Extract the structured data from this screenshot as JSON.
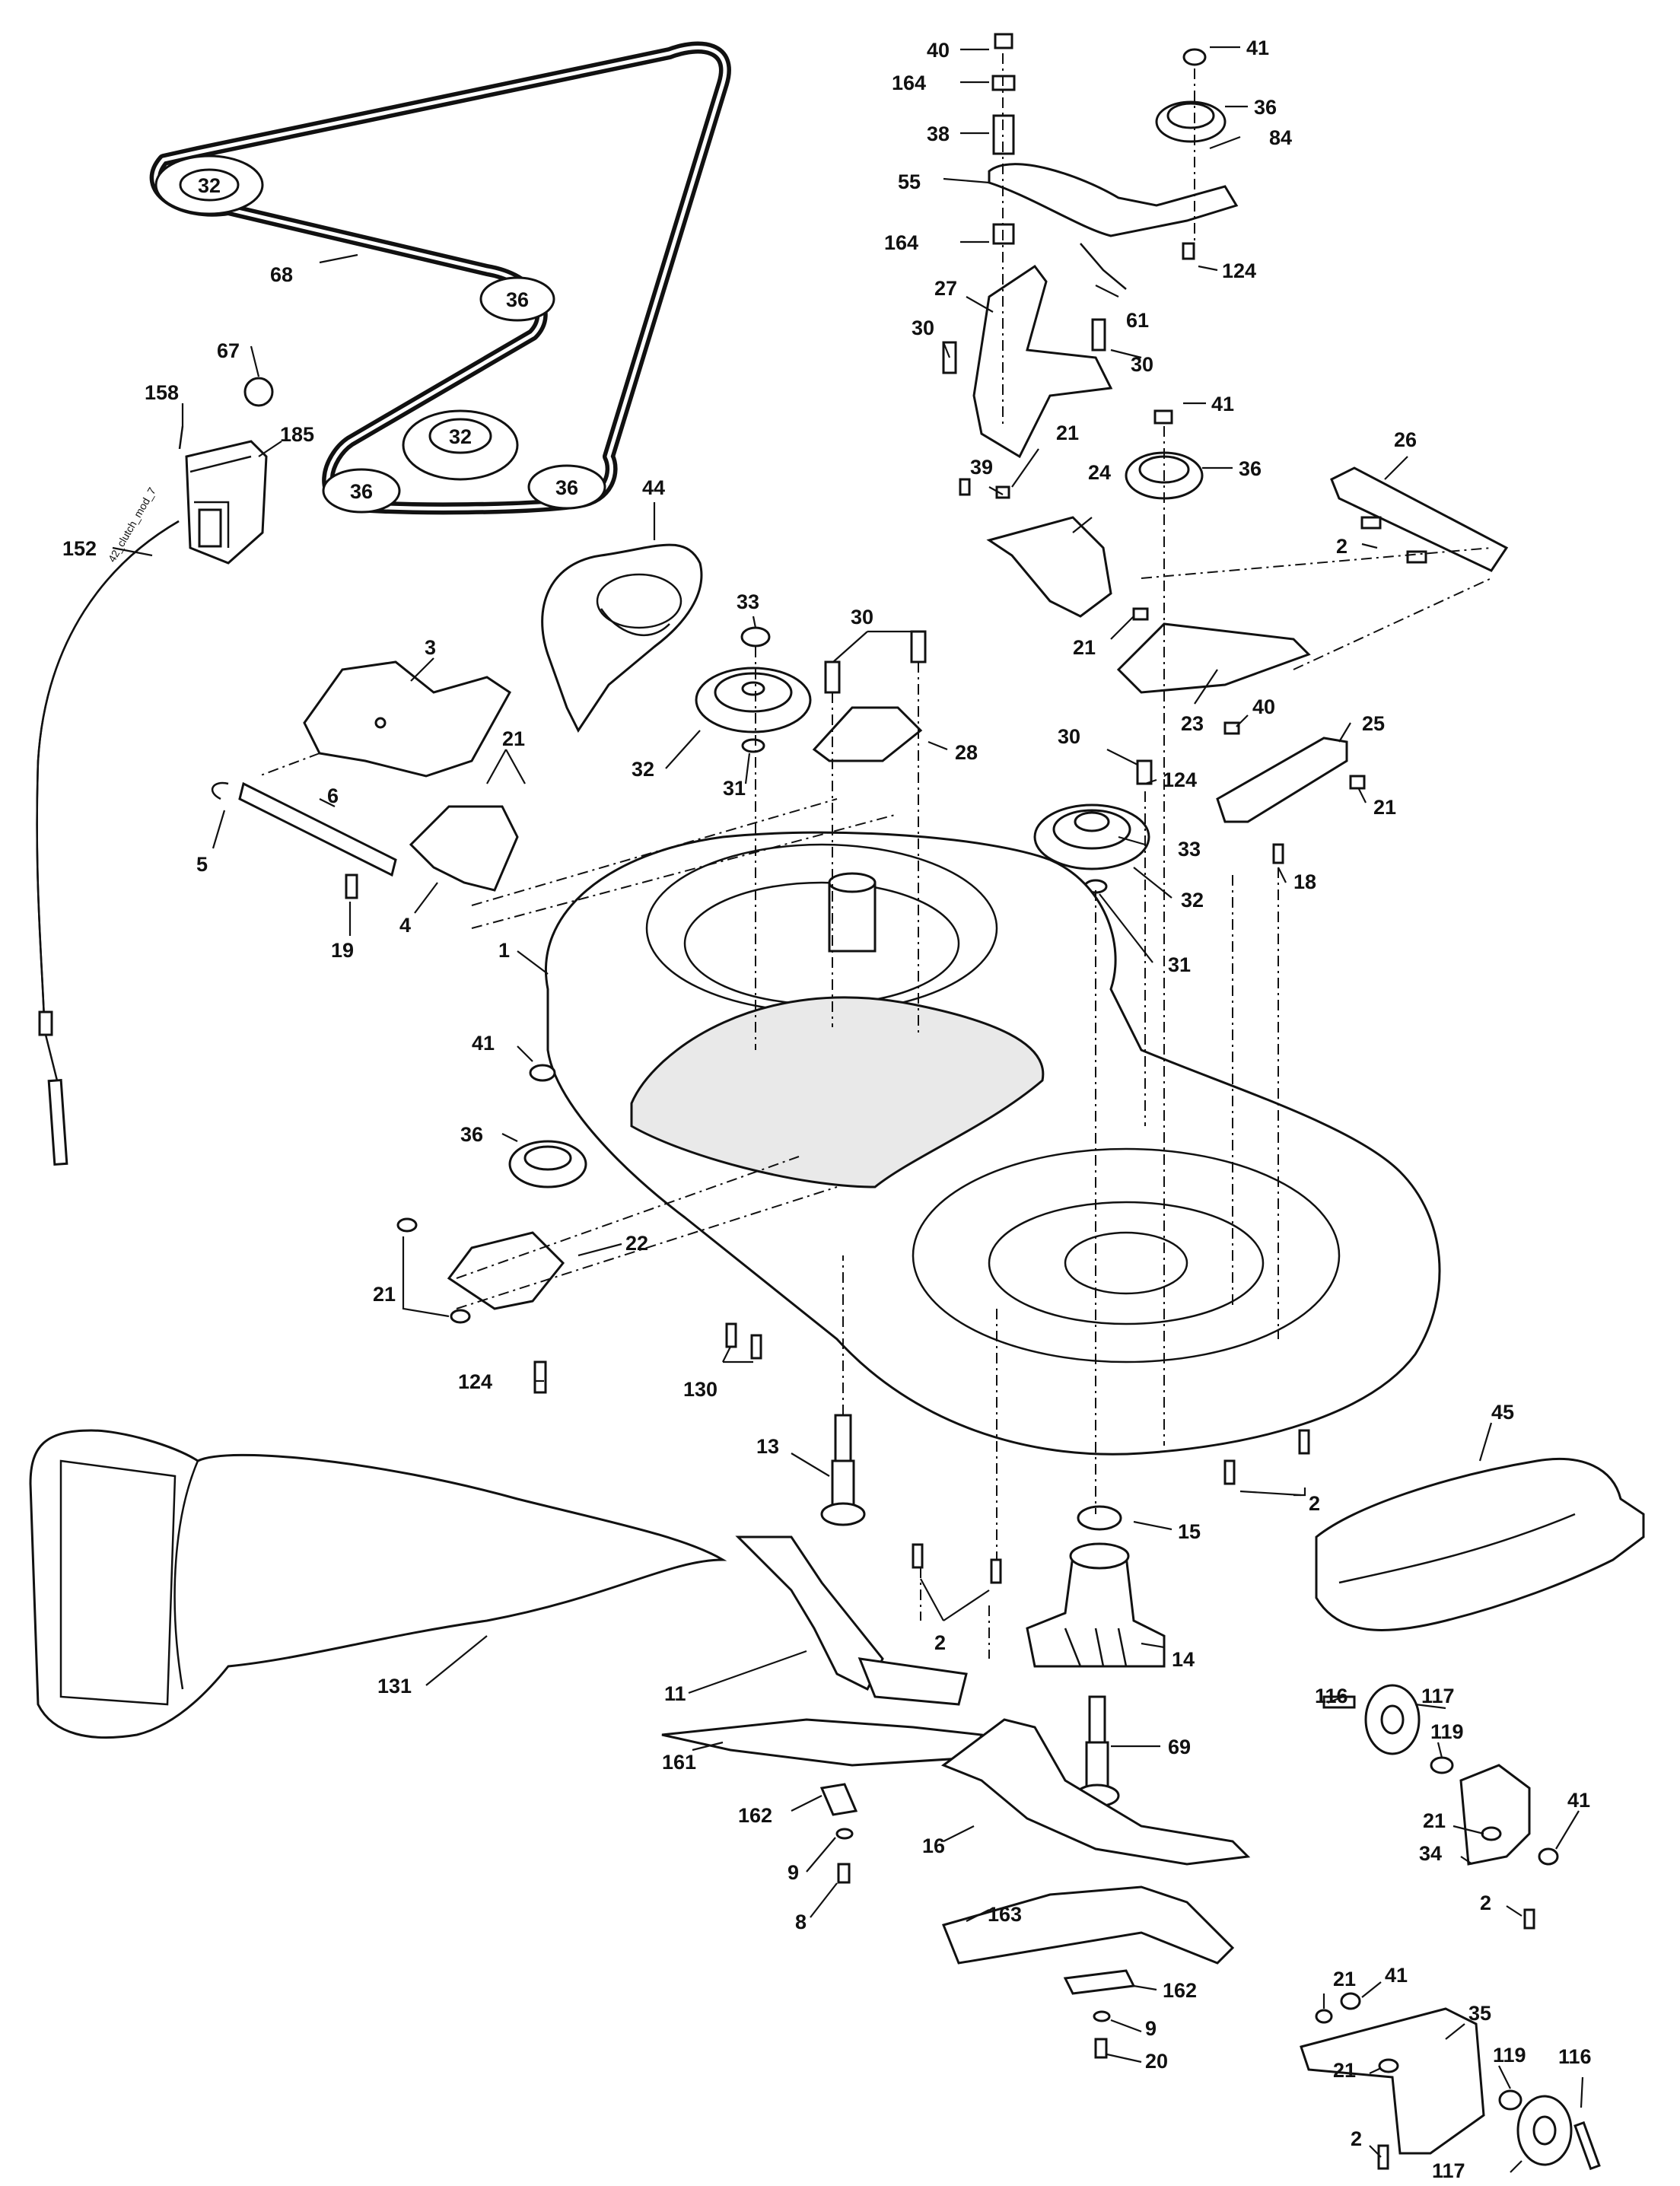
{
  "labels": [
    {
      "id": "40a",
      "text": "40"
    },
    {
      "id": "41a",
      "text": "41"
    },
    {
      "id": "164a",
      "text": "164"
    },
    {
      "id": "36a",
      "text": "36"
    },
    {
      "id": "84",
      "text": "84"
    },
    {
      "id": "38",
      "text": "38"
    },
    {
      "id": "55",
      "text": "55"
    },
    {
      "id": "164b",
      "text": "164"
    },
    {
      "id": "124a",
      "text": "124"
    },
    {
      "id": "27",
      "text": "27"
    },
    {
      "id": "61",
      "text": "61"
    },
    {
      "id": "30a",
      "text": "30"
    },
    {
      "id": "30b",
      "text": "30"
    },
    {
      "id": "41b",
      "text": "41"
    },
    {
      "id": "39",
      "text": "39"
    },
    {
      "id": "21a",
      "text": "21"
    },
    {
      "id": "36b",
      "text": "36"
    },
    {
      "id": "26",
      "text": "26"
    },
    {
      "id": "24",
      "text": "24"
    },
    {
      "id": "2a",
      "text": "2"
    },
    {
      "id": "21b",
      "text": "21"
    },
    {
      "id": "23",
      "text": "23"
    },
    {
      "id": "40b",
      "text": "40"
    },
    {
      "id": "25",
      "text": "25"
    },
    {
      "id": "30c",
      "text": "30"
    },
    {
      "id": "124b",
      "text": "124"
    },
    {
      "id": "21c",
      "text": "21"
    },
    {
      "id": "33a",
      "text": "33"
    },
    {
      "id": "18",
      "text": "18"
    },
    {
      "id": "32a",
      "text": "32"
    },
    {
      "id": "31a",
      "text": "31"
    },
    {
      "id": "68",
      "text": "68"
    },
    {
      "id": "67",
      "text": "67"
    },
    {
      "id": "158",
      "text": "158"
    },
    {
      "id": "185",
      "text": "185"
    },
    {
      "id": "152",
      "text": "152"
    },
    {
      "id": "44",
      "text": "44"
    },
    {
      "id": "33b",
      "text": "33"
    },
    {
      "id": "30d",
      "text": "30"
    },
    {
      "id": "3",
      "text": "3"
    },
    {
      "id": "21d",
      "text": "21"
    },
    {
      "id": "28",
      "text": "28"
    },
    {
      "id": "6",
      "text": "6"
    },
    {
      "id": "32b",
      "text": "32"
    },
    {
      "id": "31b",
      "text": "31"
    },
    {
      "id": "5",
      "text": "5"
    },
    {
      "id": "4",
      "text": "4"
    },
    {
      "id": "19",
      "text": "19"
    },
    {
      "id": "1",
      "text": "1"
    },
    {
      "id": "41c",
      "text": "41"
    },
    {
      "id": "36c",
      "text": "36"
    },
    {
      "id": "22",
      "text": "22"
    },
    {
      "id": "21e",
      "text": "21"
    },
    {
      "id": "124c",
      "text": "124"
    },
    {
      "id": "130",
      "text": "130"
    },
    {
      "id": "45",
      "text": "45"
    },
    {
      "id": "2b",
      "text": "2"
    },
    {
      "id": "13",
      "text": "13"
    },
    {
      "id": "15",
      "text": "15"
    },
    {
      "id": "2c",
      "text": "2"
    },
    {
      "id": "14",
      "text": "14"
    },
    {
      "id": "131",
      "text": "131"
    },
    {
      "id": "11",
      "text": "11"
    },
    {
      "id": "69",
      "text": "69"
    },
    {
      "id": "116a",
      "text": "116"
    },
    {
      "id": "117a",
      "text": "117"
    },
    {
      "id": "119a",
      "text": "119"
    },
    {
      "id": "21f",
      "text": "21"
    },
    {
      "id": "41d",
      "text": "41"
    },
    {
      "id": "34",
      "text": "34"
    },
    {
      "id": "2d",
      "text": "2"
    },
    {
      "id": "161",
      "text": "161"
    },
    {
      "id": "162a",
      "text": "162"
    },
    {
      "id": "16",
      "text": "16"
    },
    {
      "id": "9a",
      "text": "9"
    },
    {
      "id": "8",
      "text": "8"
    },
    {
      "id": "163",
      "text": "163"
    },
    {
      "id": "162b",
      "text": "162"
    },
    {
      "id": "9b",
      "text": "9"
    },
    {
      "id": "20",
      "text": "20"
    },
    {
      "id": "21g",
      "text": "21"
    },
    {
      "id": "41e",
      "text": "41"
    },
    {
      "id": "35",
      "text": "35"
    },
    {
      "id": "21h",
      "text": "21"
    },
    {
      "id": "119b",
      "text": "119"
    },
    {
      "id": "116b",
      "text": "116"
    },
    {
      "id": "2e",
      "text": "2"
    },
    {
      "id": "117b",
      "text": "117"
    }
  ],
  "pulley_labels": [
    {
      "id": "p32a",
      "text": "32"
    },
    {
      "id": "p36a",
      "text": "36"
    },
    {
      "id": "p32b",
      "text": "32"
    },
    {
      "id": "p36b",
      "text": "36"
    },
    {
      "id": "p36c",
      "text": "36"
    }
  ],
  "cable_text": "42_clutch_mod_7"
}
